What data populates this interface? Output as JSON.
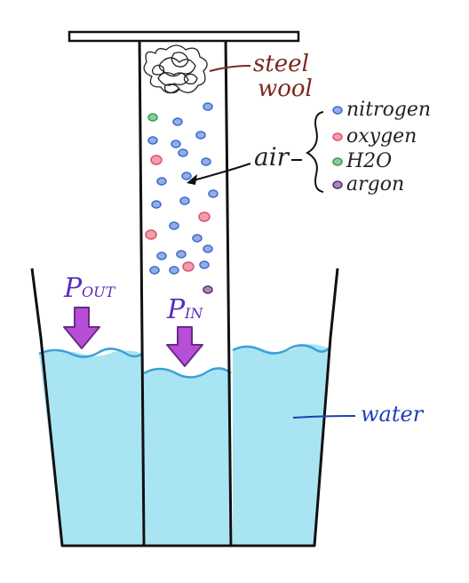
{
  "labels": {
    "steel_line1": "steel",
    "steel_line2": "wool",
    "air": "air",
    "water": "water",
    "p_out_main": "P",
    "p_out_sub": "OUT",
    "p_in_main": "P",
    "p_in_sub": "IN"
  },
  "legend": [
    {
      "label": "nitrogen",
      "color": "#3a6ad0"
    },
    {
      "label": "oxygen",
      "color": "#e0506a"
    },
    {
      "label": "H2O",
      "color": "#2fa04a"
    },
    {
      "label": "argon",
      "color": "#5a2b7a"
    }
  ],
  "colors": {
    "water_fill": "#a9e4f3",
    "water_surface": "#3aa0d8",
    "arrow_fill": "#b64fd6",
    "ink": "#111111",
    "steel_wool_ink": "#222222"
  },
  "molecules": [
    {
      "kind": "H2O"
    },
    {
      "kind": "nitrogen"
    },
    {
      "kind": "nitrogen"
    },
    {
      "kind": "nitrogen"
    },
    {
      "kind": "nitrogen"
    },
    {
      "kind": "nitrogen"
    },
    {
      "kind": "oxygen"
    },
    {
      "kind": "nitrogen"
    },
    {
      "kind": "nitrogen"
    },
    {
      "kind": "nitrogen"
    },
    {
      "kind": "nitrogen"
    },
    {
      "kind": "nitrogen"
    },
    {
      "kind": "nitrogen"
    },
    {
      "kind": "nitrogen"
    },
    {
      "kind": "oxygen"
    },
    {
      "kind": "oxygen"
    },
    {
      "kind": "nitrogen"
    },
    {
      "kind": "nitrogen"
    },
    {
      "kind": "nitrogen"
    },
    {
      "kind": "nitrogen"
    },
    {
      "kind": "nitrogen"
    },
    {
      "kind": "nitrogen"
    },
    {
      "kind": "nitrogen"
    },
    {
      "kind": "oxygen"
    },
    {
      "kind": "nitrogen"
    },
    {
      "kind": "argon"
    }
  ]
}
